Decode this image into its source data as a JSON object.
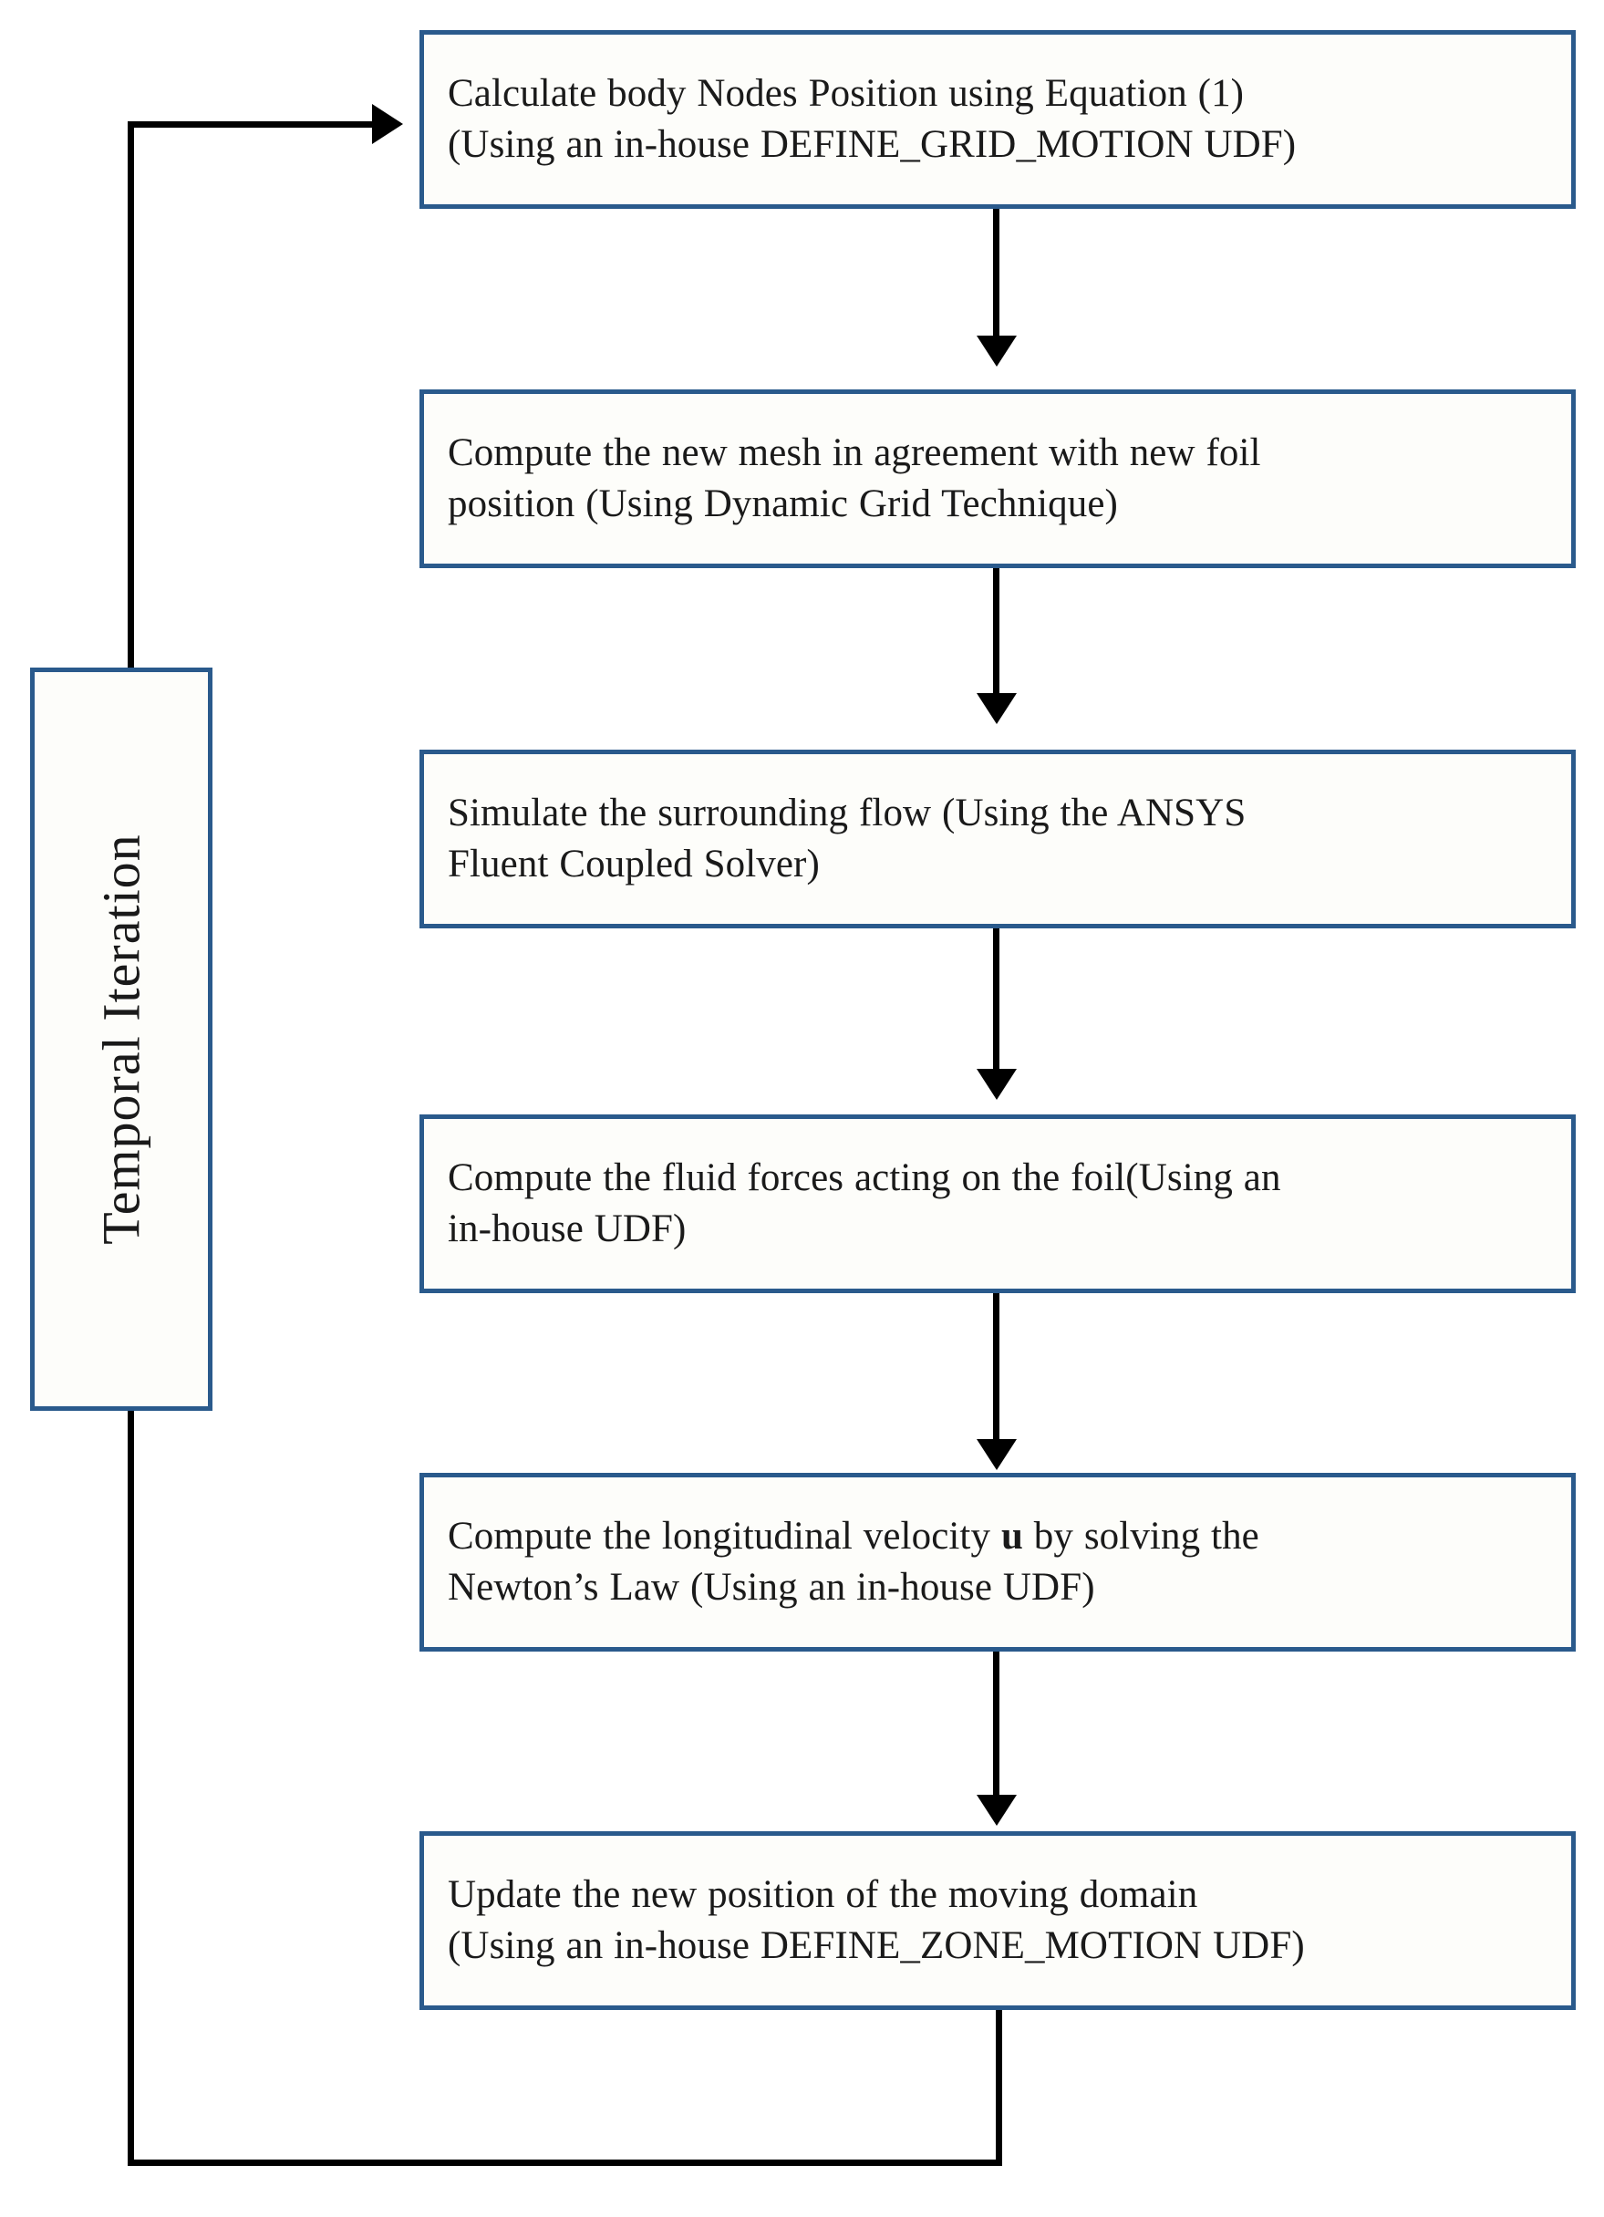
{
  "diagram": {
    "title": "CFD Fluid-Structure Interaction Solution Loop Flowchart",
    "colors": {
      "box_border": "#2a5a8c",
      "box_fill": "#fdfdfa",
      "connector": "#000000",
      "text": "#1a1a1a",
      "background": "#ffffff"
    },
    "loop_label": "Temporal  Iteration",
    "steps": [
      {
        "id": "step-1",
        "line1": "Calculate body Nodes Position using Equation  (1)",
        "line2": "(Using an in-house DEFINE_GRID_MOTION UDF)"
      },
      {
        "id": "step-2",
        "line1": "Compute the new mesh in agreement with new foil",
        "line2": "position (Using Dynamic  Grid Technique)"
      },
      {
        "id": "step-3",
        "line1": "Simulate the surrounding flow (Using the ANSYS",
        "line2": "Fluent Coupled Solver)"
      },
      {
        "id": "step-4",
        "line1": "Compute the fluid forces acting on the foil(Using an",
        "line2": "in-house UDF)"
      },
      {
        "id": "step-5",
        "line1_pre": "Compute the longitudinal velocity ",
        "line1_bold": "u",
        "line1_post": " by solving the",
        "line2": "Newton’s Law (Using an in-house UDF)"
      },
      {
        "id": "step-6",
        "line1": "Update the new position of the moving domain",
        "line2": "(Using an in-house DEFINE_ZONE_MOTION UDF)"
      }
    ],
    "connectors": [
      {
        "id": "arrow-step1-to-step2",
        "type": "vertical-arrow"
      },
      {
        "id": "arrow-step2-to-step3",
        "type": "vertical-arrow"
      },
      {
        "id": "arrow-step3-to-step4",
        "type": "vertical-arrow"
      },
      {
        "id": "arrow-step4-to-step5",
        "type": "vertical-arrow"
      },
      {
        "id": "arrow-step5-to-step6",
        "type": "vertical-arrow"
      },
      {
        "id": "feedback-loop-step6-to-step1",
        "type": "loop-back-arrow"
      }
    ]
  }
}
